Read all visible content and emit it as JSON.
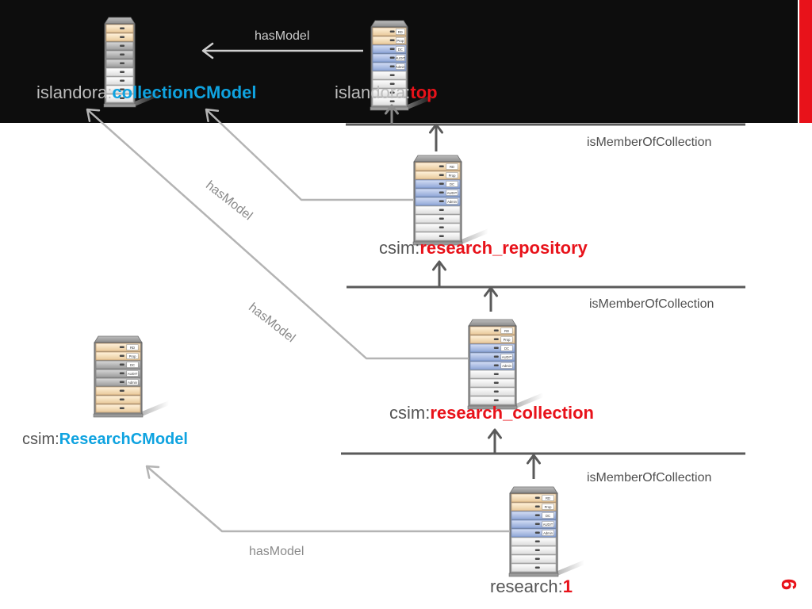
{
  "colors": {
    "header_bg": "#0d0d0d",
    "accent_red": "#e8121a",
    "accent_blue": "#0fa3e0",
    "label_gray": "#555555",
    "edge_gray": "#b4b4b4",
    "line_dark": "#5a5a5a"
  },
  "nodes": {
    "collection_cmodel": {
      "prefix": "islandora:",
      "id": "collectionCModel"
    },
    "top": {
      "prefix": "islandora:",
      "id": "top"
    },
    "research_repository": {
      "prefix": "csim:",
      "id": "research_repository"
    },
    "research_collection": {
      "prefix": "csim:",
      "id": "research_collection"
    },
    "research_cmodel": {
      "prefix": "csim:",
      "id": "ResearchCModel"
    },
    "research_1": {
      "prefix": "research:",
      "id": "1"
    }
  },
  "edges": {
    "has_model_label": "hasModel",
    "member_label": "isMemberOfCollection"
  },
  "datastreams": {
    "labels": [
      "RD",
      "Prop",
      "DC",
      "AUDIT",
      "Admin"
    ]
  },
  "page_number": "6"
}
